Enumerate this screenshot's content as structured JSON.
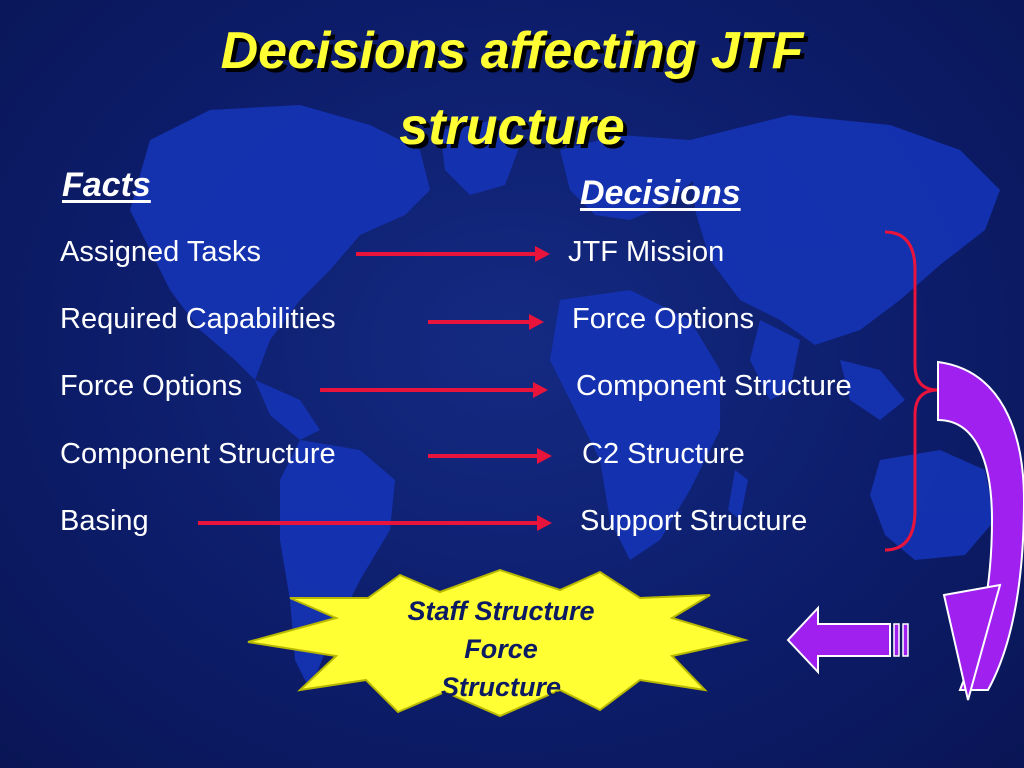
{
  "slide": {
    "title_line1": "Decisions affecting JTF",
    "title_line2": "structure",
    "facts_header": "Facts",
    "decisions_header": "Decisions",
    "facts": [
      "Assigned Tasks",
      "Required Capabilities",
      "Force Options",
      "Component Structure",
      "Basing"
    ],
    "decisions": [
      "JTF Mission",
      "Force Options",
      "Component Structure",
      "C2 Structure",
      "Support Structure"
    ],
    "burst_lines": [
      "Staff Structure",
      "Force",
      "Structure"
    ]
  },
  "colors": {
    "background": "#0d1d6b",
    "map": "#1533b4",
    "title": "#ffff33",
    "text": "#ffffff",
    "arrow": "#e8143c",
    "bracket": "#e8143c",
    "curved_arrow": "#a020f0",
    "burst": "#ffff33",
    "burst_text": "#0b1a63"
  },
  "icons": {
    "curved_arrow": "curved-down-arrow-icon",
    "left_arrow": "striped-left-arrow-icon"
  }
}
